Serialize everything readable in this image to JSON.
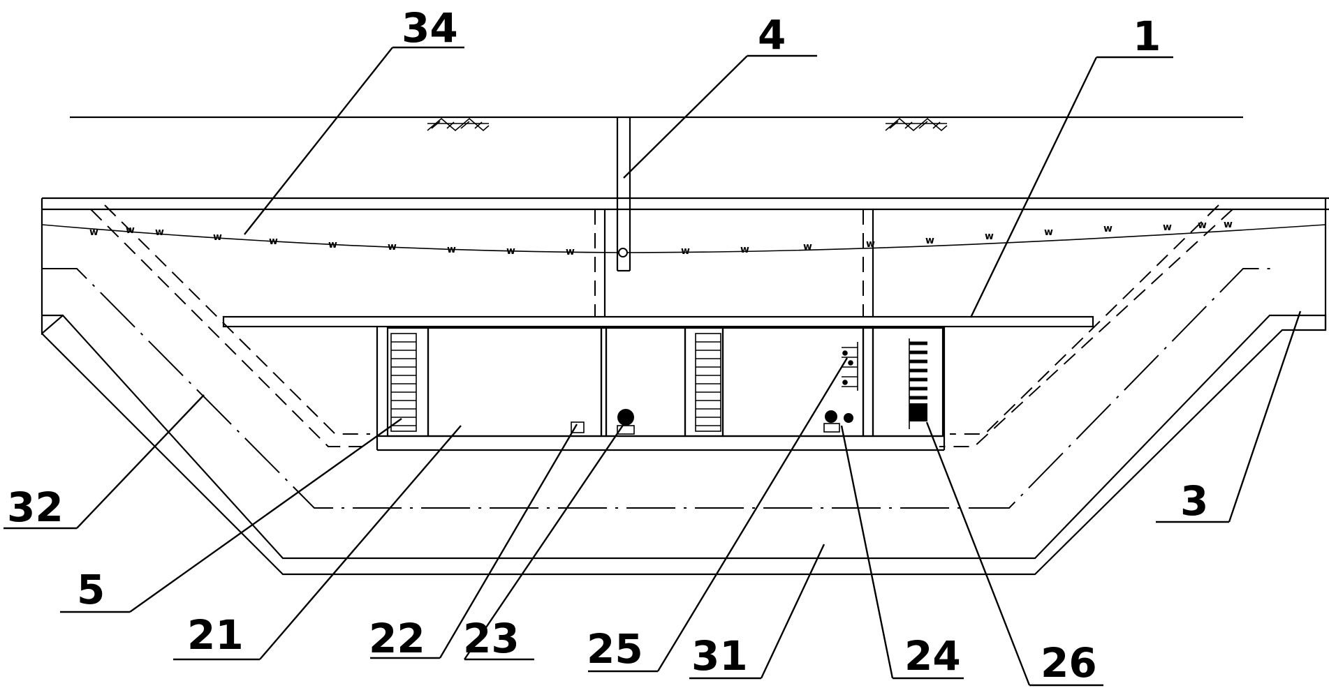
{
  "diagram": {
    "labels": {
      "l34": "34",
      "l4": "4",
      "l1": "1",
      "l32": "32",
      "l3": "3",
      "l5": "5",
      "l21": "21",
      "l22": "22",
      "l23": "23",
      "l25": "25",
      "l31": "31",
      "l24": "24",
      "l26": "26"
    }
  }
}
